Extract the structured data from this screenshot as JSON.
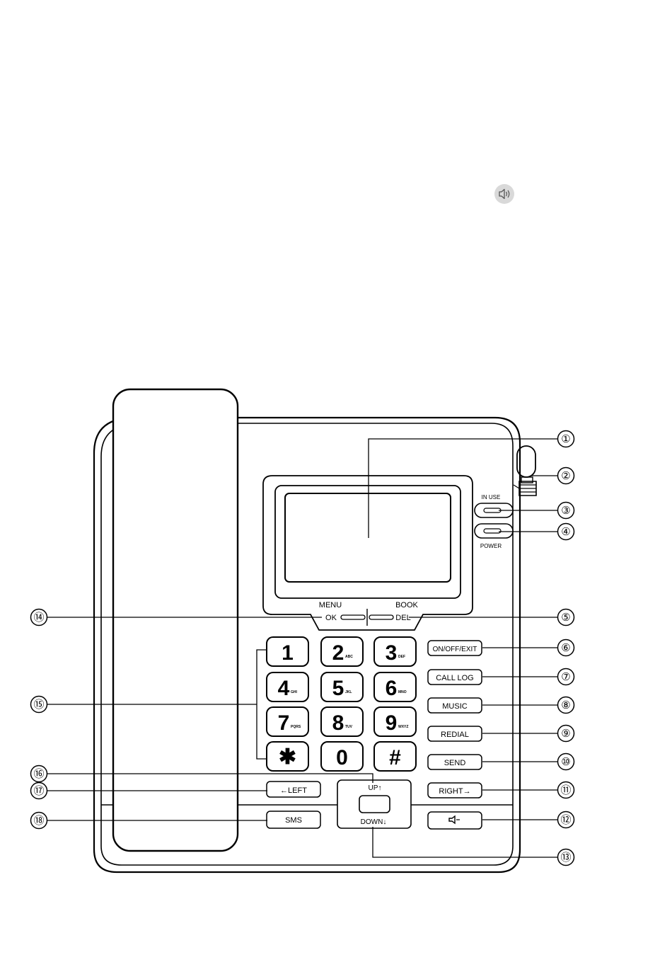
{
  "phone": {
    "labels": {
      "in_use": "IN USE",
      "power": "POWER",
      "menu": "MENU",
      "ok": "OK",
      "book": "BOOK",
      "del": "DEL",
      "up": "UP↑",
      "down": "DOWN↓"
    },
    "keypad": [
      {
        "digit": "1",
        "letters": ""
      },
      {
        "digit": "2",
        "letters": "ABC"
      },
      {
        "digit": "3",
        "letters": "DEF"
      },
      {
        "digit": "4",
        "letters": "GHI"
      },
      {
        "digit": "5",
        "letters": "JKL"
      },
      {
        "digit": "6",
        "letters": "MNO"
      },
      {
        "digit": "7",
        "letters": "PQRS"
      },
      {
        "digit": "8",
        "letters": "TUV"
      },
      {
        "digit": "9",
        "letters": "WXYZ"
      },
      {
        "digit": "✱",
        "letters": ""
      },
      {
        "digit": "0",
        "letters": ""
      },
      {
        "digit": "#",
        "letters": ""
      }
    ],
    "function_keys": [
      "ON/OFF/EXIT",
      "CALL LOG",
      "MUSIC",
      "REDIAL",
      "SEND",
      "RIGHT→",
      ""
    ],
    "left_keys": [
      "←LEFT",
      "SMS"
    ]
  },
  "callouts": [
    "①",
    "②",
    "③",
    "④",
    "⑤",
    "⑥",
    "⑦",
    "⑧",
    "⑨",
    "⑩",
    "⑪",
    "⑫",
    "⑬",
    "⑭",
    "⑮",
    "⑯",
    "⑰",
    "⑱"
  ],
  "icons": {
    "top_speaker": "speaker-volume-icon",
    "speaker_key": "speakerphone-icon"
  }
}
